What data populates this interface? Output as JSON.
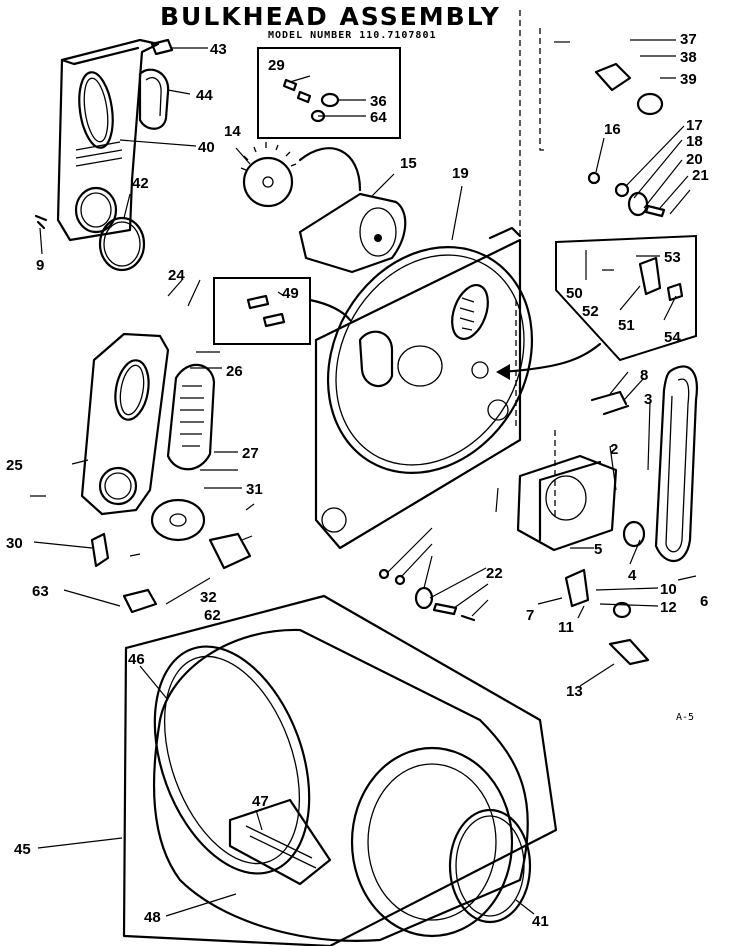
{
  "diagram": {
    "title": "BULKHEAD ASSEMBLY",
    "model_number": "MODEL NUMBER 110.7107801",
    "page_reference": "A-5",
    "callouts": [
      "43",
      "44",
      "40",
      "42",
      "9",
      "14",
      "15",
      "19",
      "29",
      "36",
      "64",
      "16",
      "17",
      "18",
      "20",
      "21",
      "37",
      "38",
      "39",
      "24",
      "49",
      "26",
      "27",
      "25",
      "31",
      "30",
      "63",
      "32",
      "62",
      "53",
      "50",
      "52",
      "51",
      "54",
      "8",
      "3",
      "2",
      "5",
      "4",
      "6",
      "10",
      "12",
      "7",
      "11",
      "13",
      "22",
      "46",
      "45",
      "47",
      "48",
      "41"
    ]
  }
}
